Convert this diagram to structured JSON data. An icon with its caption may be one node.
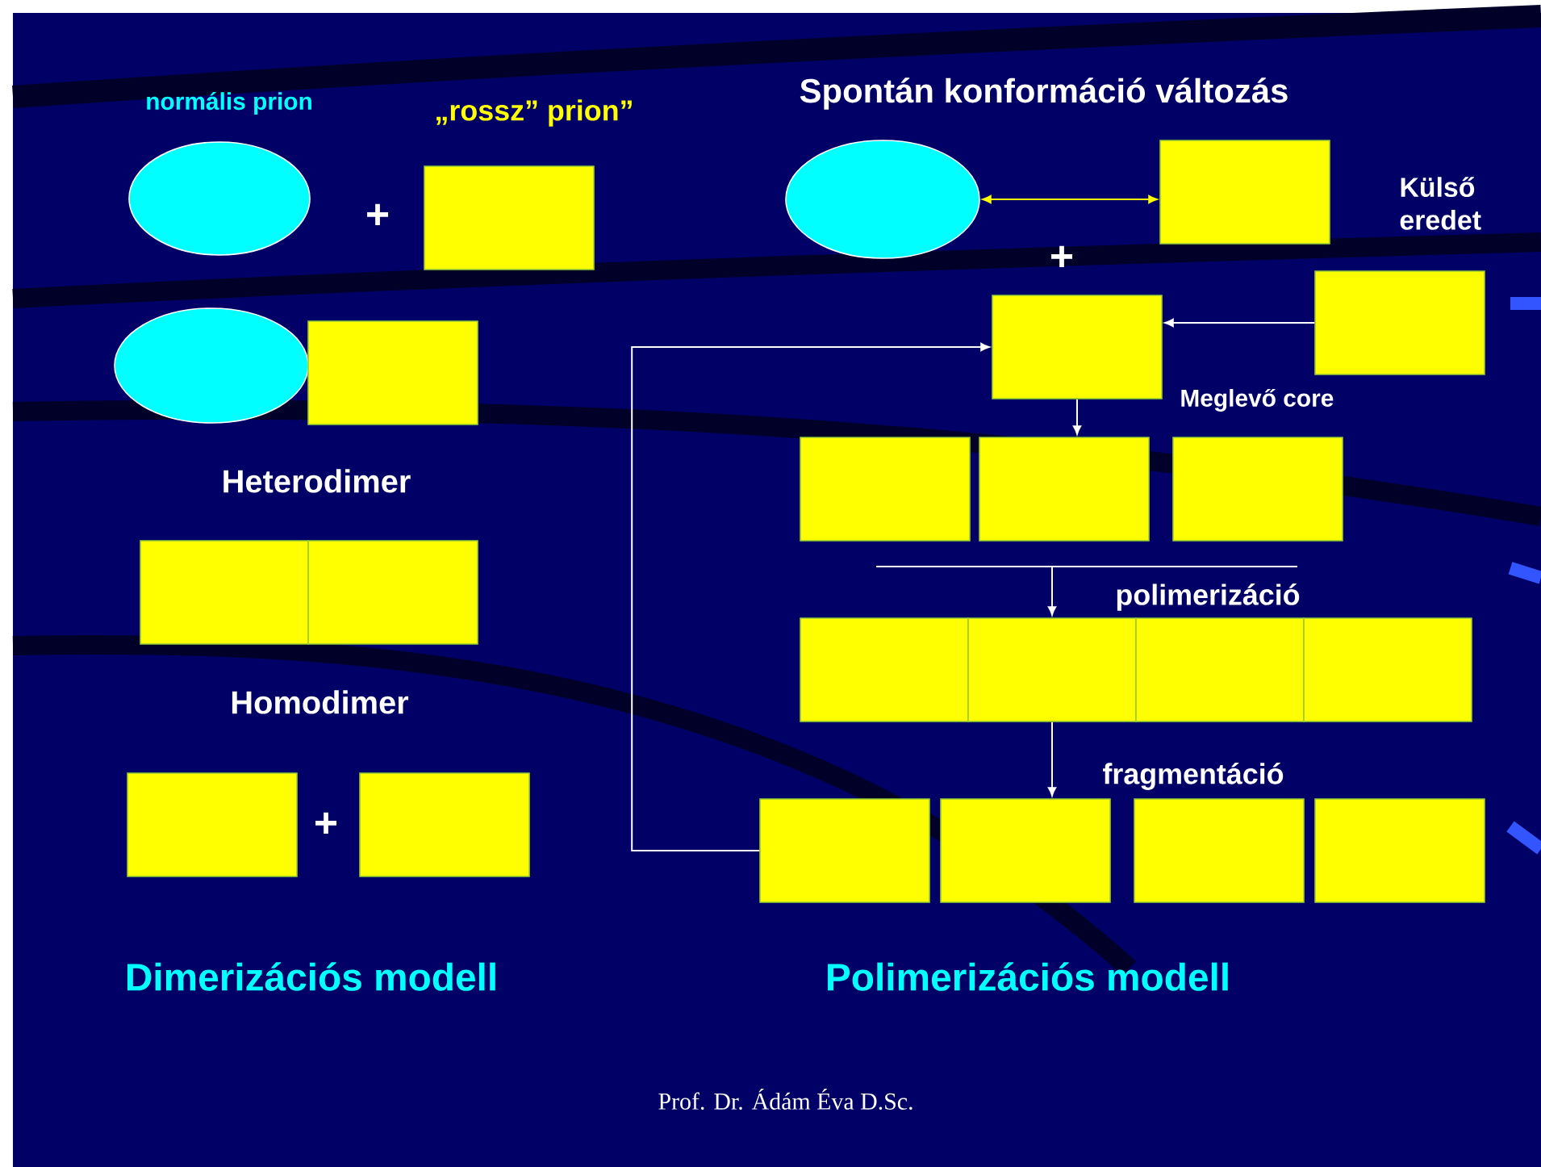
{
  "diagram": {
    "nodes": [
      {
        "text": [],
        "shape": "ellipse",
        "beside": [
          "normális  prion"
        ]
      },
      {
        "text": [],
        "shape": "box",
        "beside": [
          "„rossz” prion”"
        ]
      },
      {
        "text": [],
        "shape": "ellipse"
      },
      {
        "text": [],
        "shape": "box"
      },
      {
        "text": [],
        "shape": "box"
      },
      {
        "text": [],
        "shape": "box"
      },
      {
        "text": [],
        "shape": "box"
      },
      {
        "text": [],
        "shape": "box"
      },
      {
        "text": [],
        "shape": "ellipse"
      },
      {
        "text": [],
        "shape": "box"
      },
      {
        "text": [],
        "shape": "box",
        "beside": [
          "Meglevő core"
        ]
      },
      {
        "text": [],
        "shape": "box",
        "beside": [
          "Külső eredet"
        ]
      },
      {
        "text": [],
        "shape": "box"
      },
      {
        "text": [],
        "shape": "box"
      },
      {
        "text": [],
        "shape": "box"
      },
      {
        "text": [],
        "shape": "box"
      },
      {
        "text": [],
        "shape": "box"
      },
      {
        "text": [],
        "shape": "box"
      },
      {
        "text": [],
        "shape": "box"
      },
      {
        "text": [],
        "shape": "box"
      },
      {
        "text": [],
        "shape": "box"
      },
      {
        "text": [],
        "shape": "box"
      },
      {
        "text": [],
        "shape": "box"
      }
    ],
    "edges": [
      {
        "from": 8,
        "to": 9,
        "arrow": "both",
        "color": "#ffff00"
      },
      {
        "from": 11,
        "to": 10,
        "arrow": "to"
      },
      {
        "from": 10,
        "to": 13,
        "arrow": "to"
      },
      {
        "from": null,
        "to": 16,
        "arrow": "to",
        "label": "polimerizáció"
      },
      {
        "from": 16,
        "to": 20,
        "arrow": "to",
        "label": "fragmentáció"
      },
      {
        "from": 19,
        "to": 10,
        "arrow": "to"
      }
    ],
    "labels": [
      "+",
      "Heterodimer",
      "Homodimer",
      "+",
      "Dimerizációs modell",
      "Spontán konformáció változás",
      "+",
      "Polimerizációs modell",
      "Prof. Dr. Ádám Éva D.Sc."
    ]
  }
}
